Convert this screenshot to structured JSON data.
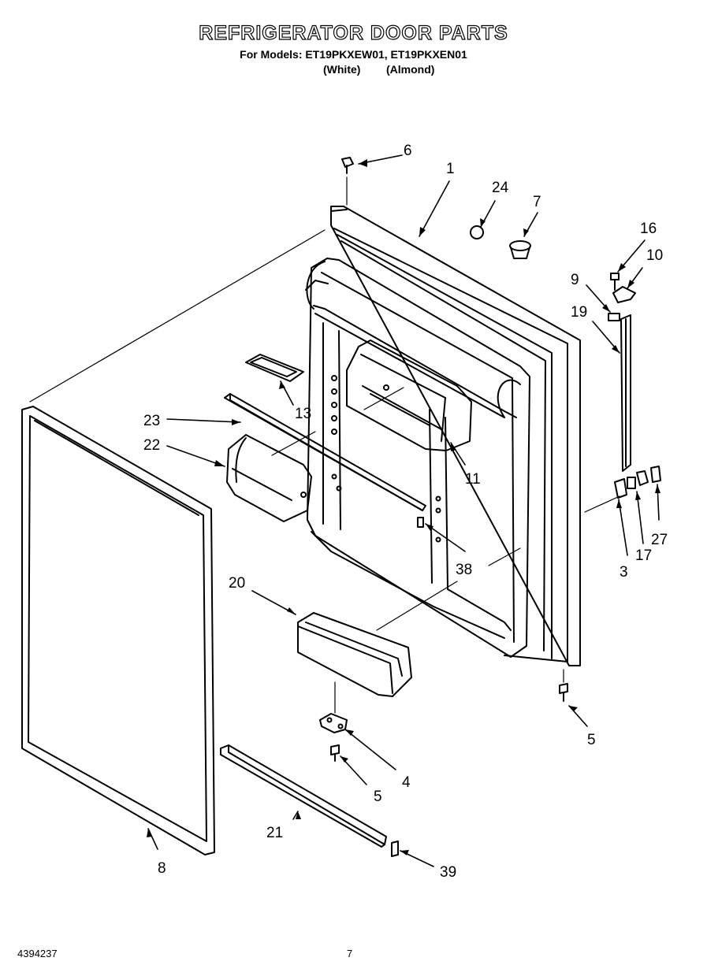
{
  "header": {
    "title": "REFRIGERATOR DOOR PARTS",
    "models_line": "For Models: ET19PKXEW01, ET19PKXEN01",
    "color_white": "(White)",
    "color_almond": "(Almond)"
  },
  "callouts": {
    "c1": "1",
    "c3": "3",
    "c4": "4",
    "c5a": "5",
    "c5b": "5",
    "c6": "6",
    "c7": "7",
    "c8": "8",
    "c9": "9",
    "c10": "10",
    "c11": "11",
    "c13": "13",
    "c16": "16",
    "c17": "17",
    "c19": "19",
    "c20": "20",
    "c21": "21",
    "c22": "22",
    "c23": "23",
    "c24": "24",
    "c27": "27",
    "c38": "38",
    "c39": "39"
  },
  "footer": {
    "doc_number": "4394237",
    "page_number": "7"
  }
}
